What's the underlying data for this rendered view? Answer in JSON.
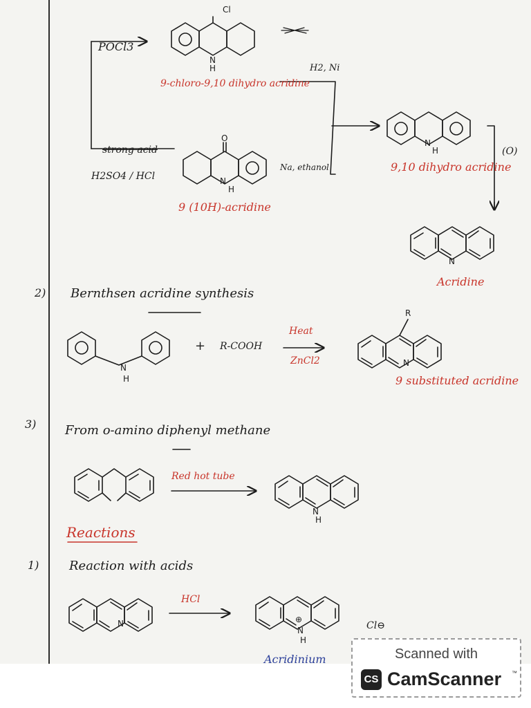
{
  "page": {
    "left_rail_text": "",
    "reagent_left": "POCl3",
    "product_top_atom_cl": "Cl",
    "product_top_name": "9-chloro-9,10 dihydro acridine",
    "reagent_h2ni": "H2, Ni",
    "reagent_strong_acid": "strong acid",
    "reagent_acids": "H2SO4 / HCl",
    "product_acridone_name": "9 (10H)-acridine",
    "acridone_atom_o": "O",
    "reagent_na_ethanol": "Na, ethanol",
    "product_dihydro_name": "9,10 dihydro acridine",
    "step_label_o": "(O)",
    "product_acridine_name": "Acridine",
    "atom_n": "N",
    "atom_h": "H",
    "atom_r": "R",
    "section2_number": "2)",
    "section2_title": "Bernthsen acridine synthesis",
    "plus_sign": "+",
    "carboxylic_acid": "R-COOH",
    "heat": "Heat",
    "zncl2": "ZnCl2",
    "product_9sub_name": "9 substituted acridine",
    "section3_number": "3)",
    "section3_title": "From o-amino diphenyl methane",
    "red_hot_tube": "Red hot tube",
    "reactions_heading": "Reactions",
    "reaction1_number": "1)",
    "reaction1_title": "Reaction with acids",
    "hcl": "HCl",
    "product_acridinium_name": "Acridinium",
    "chloride": "Cl⊖",
    "plus_charge": "⊕"
  },
  "badge": {
    "scanned_with": "Scanned with",
    "logo_letters": "CS",
    "brand": "CamScanner",
    "trademark": "™"
  },
  "colors": {
    "ink": "#1c1c1c",
    "red_ink": "#c8342a",
    "blue_ink": "#2b3f9a",
    "paper": "#f4f4f1"
  }
}
